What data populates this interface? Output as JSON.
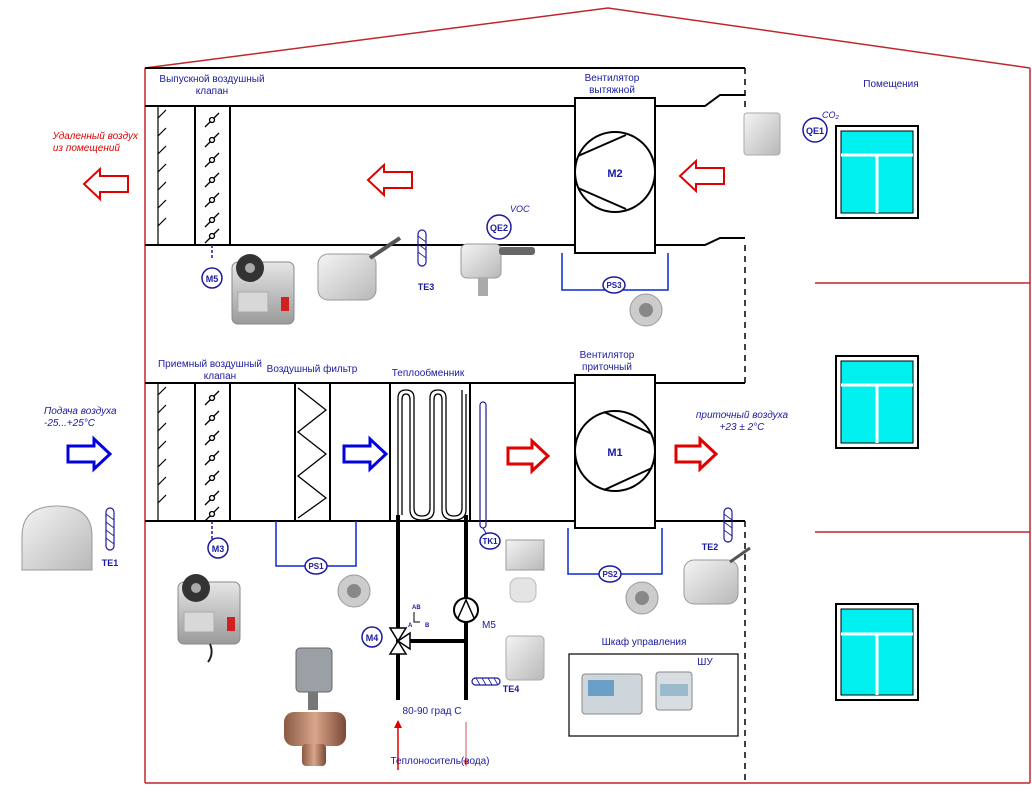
{
  "labels": {
    "exhaust_damper": [
      "Выпускной воздушный",
      "клапан"
    ],
    "exhaust_fan": [
      "Вентилятор",
      "вытяжной"
    ],
    "rooms": "Помещения",
    "removed_air": [
      "Удаленный воздух",
      "из помещений"
    ],
    "intake_damper": [
      "Приемный воздушный",
      "клапан"
    ],
    "air_filter": "Воздушный фильтр",
    "heat_exchanger": "Теплообменник",
    "supply_fan": [
      "Вентилятор",
      "приточный"
    ],
    "air_supply": [
      "Подача воздуха",
      "-25...+25°C"
    ],
    "supply_air": [
      "приточный воздуха",
      "+23 ± 2°C"
    ],
    "control_cabinet": "Шкаф управления",
    "control_unit": "ШУ",
    "water_temp": "80-90 град С",
    "heat_carrier": "Теплоноситель(вода)",
    "co2": "CO₂",
    "voc": "VOC"
  },
  "tags": {
    "m5_top": "M5",
    "m3": "M3",
    "m4": "M4",
    "m5_pump": "M5",
    "m1": "M1",
    "m2": "M2",
    "qe1": "QE1",
    "qe2": "QE2",
    "ps1": "PS1",
    "ps2": "PS2",
    "ps3": "PS3",
    "te1": "TE1",
    "te2": "TE2",
    "te3": "TE3",
    "te4": "TE4",
    "tk1": "TK1"
  },
  "valve_ports": {
    "ab": "AB",
    "a": "A",
    "b": "B"
  },
  "colors": {
    "outline_red": "#c0262d",
    "label_blue": "#1a1aa0",
    "arrow_red": "#e00000",
    "arrow_blue": "#0000e0",
    "window_cyan": "#00f0f0"
  }
}
